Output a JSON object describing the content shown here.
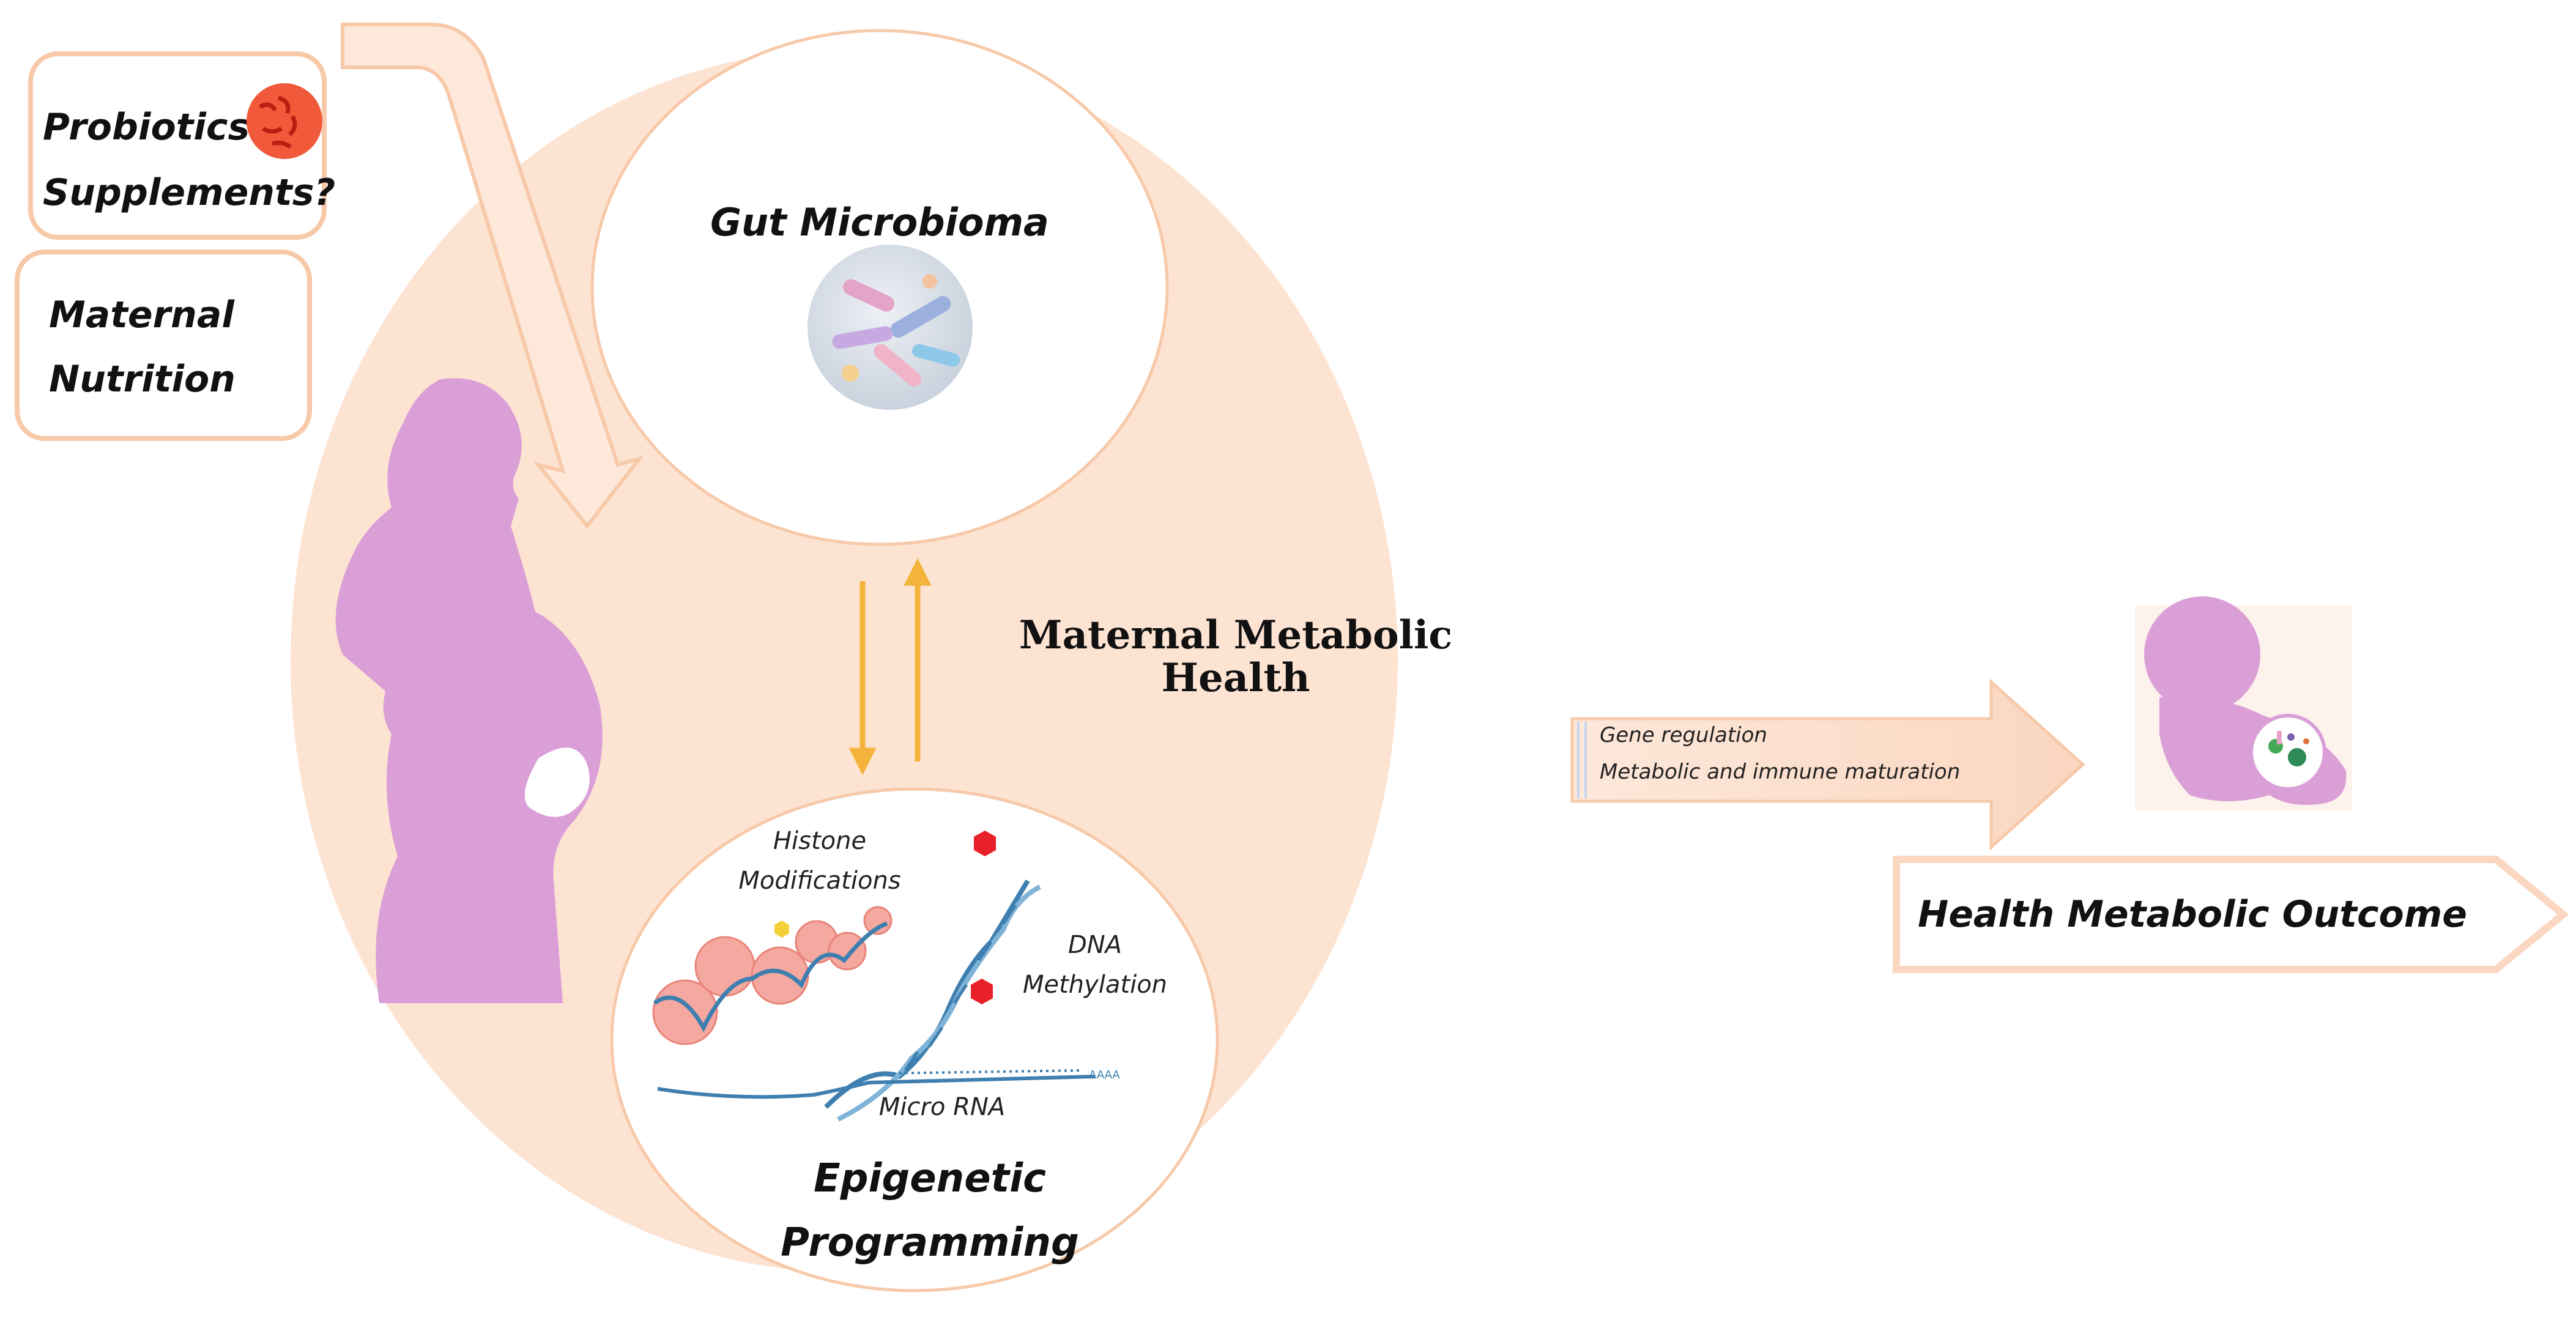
{
  "labels": {
    "probiotics_line1": "Probiotics",
    "probiotics_line2": "Supplements?",
    "nutrition_line1": "Maternal",
    "nutrition_line2": "Nutrition",
    "gut": "Gut Microbioma",
    "health_line1": "Maternal Metabolic",
    "health_line2": "Health",
    "histone_line1": "Histone",
    "histone_line2": "Modifications",
    "dna_line1": "DNA",
    "dna_line2": "Methylation",
    "micro_rna": "Micro RNA",
    "epigenetic_line1": "Epigenetic",
    "epigenetic_line2": "Programming",
    "gene_regulation": "Gene regulation",
    "maturation": "Metabolic and immune maturation",
    "outcome": "Health Metabolic Outcome"
  },
  "colors": {
    "peach": "#fde3d2",
    "peach_border": "#f7c9a9",
    "pink": "#da9fd6",
    "arrow_orange": "#f4b33a",
    "dna_blue": "#3f7fb0",
    "nucleosome": "#f4a8a0",
    "methyl_red": "#e8202a"
  },
  "icons": [
    "probiotics-icon",
    "microbiome-dish-icon",
    "pregnant-woman-icon",
    "baby-icon",
    "dna-strand-icon"
  ]
}
